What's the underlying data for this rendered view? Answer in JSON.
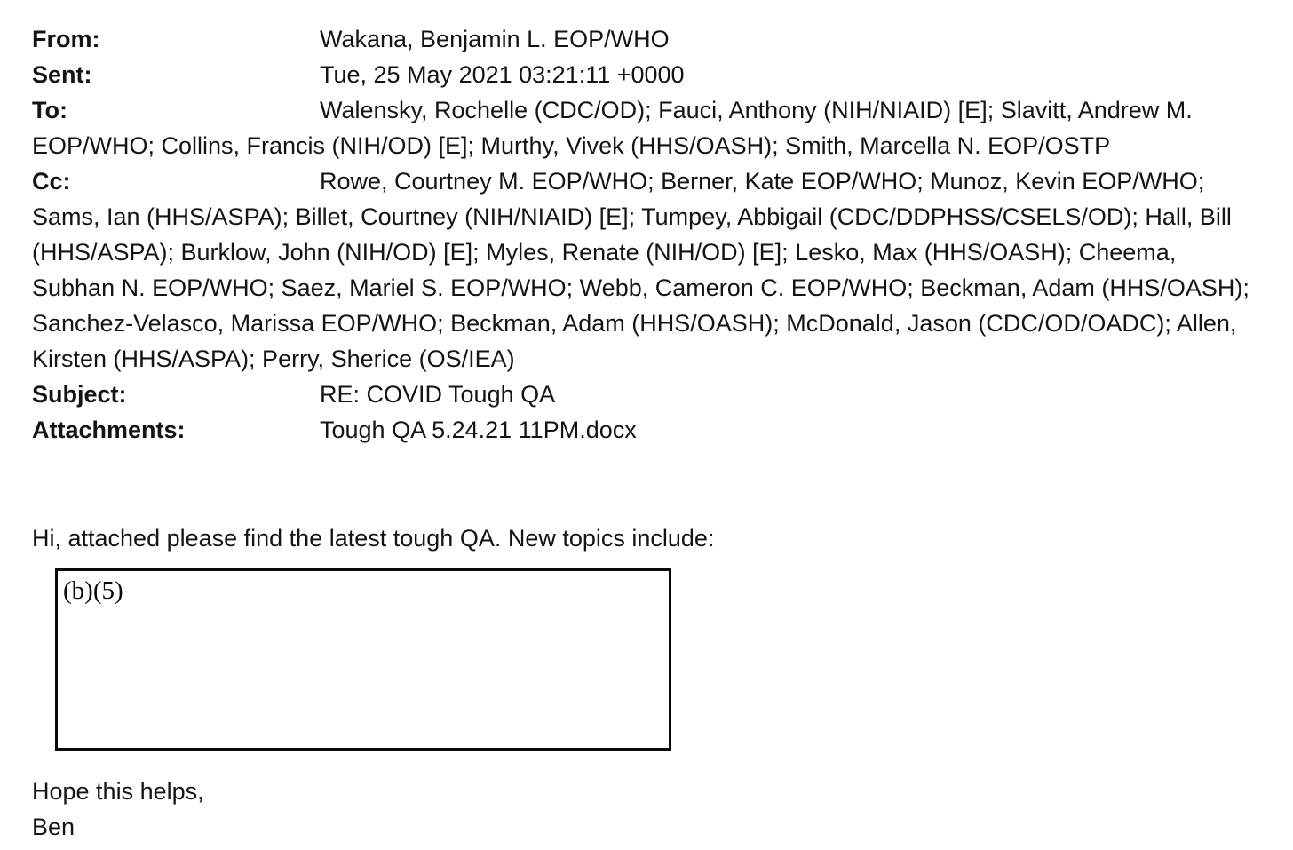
{
  "document": {
    "type": "email-scan",
    "headers": [
      {
        "label": "From:",
        "value": "Wakana, Benjamin L. EOP/WHO"
      },
      {
        "label": "Sent:",
        "value": "Tue, 25 May 2021 03:21:11 +0000"
      },
      {
        "label": "To:",
        "value": "Walensky, Rochelle (CDC/OD); Fauci, Anthony (NIH/NIAID) [E]; Slavitt, Andrew M. EOP/WHO; Collins, Francis (NIH/OD) [E]; Murthy, Vivek (HHS/OASH); Smith, Marcella N. EOP/OSTP"
      },
      {
        "label": "Cc:",
        "value": "Rowe, Courtney M. EOP/WHO; Berner, Kate EOP/WHO; Munoz, Kevin EOP/WHO; Sams, Ian (HHS/ASPA); Billet, Courtney (NIH/NIAID) [E]; Tumpey, Abbigail (CDC/DDPHSS/CSELS/OD); Hall, Bill (HHS/ASPA); Burklow, John (NIH/OD) [E]; Myles, Renate (NIH/OD) [E]; Lesko, Max (HHS/OASH); Cheema, Subhan N. EOP/WHO; Saez, Mariel S. EOP/WHO; Webb, Cameron C. EOP/WHO; Beckman, Adam (HHS/OASH); Sanchez-Velasco, Marissa EOP/WHO; Beckman, Adam (HHS/OASH); McDonald, Jason (CDC/OD/OADC); Allen, Kirsten (HHS/ASPA); Perry, Sherice (OS/IEA)"
      },
      {
        "label": "Subject:",
        "value": "RE: COVID Tough QA"
      },
      {
        "label": "Attachments:",
        "value": "Tough QA 5.24.21 11PM.docx"
      }
    ],
    "body": {
      "greeting": "Hi, attached please find the latest tough QA. New topics include:",
      "redaction_code": "(b)(5)",
      "closing": "Hope this helps,",
      "signature": "Ben"
    },
    "colors": {
      "background": "#ffffff",
      "text": "#141414",
      "redaction_border": "#0a0a0a"
    }
  }
}
